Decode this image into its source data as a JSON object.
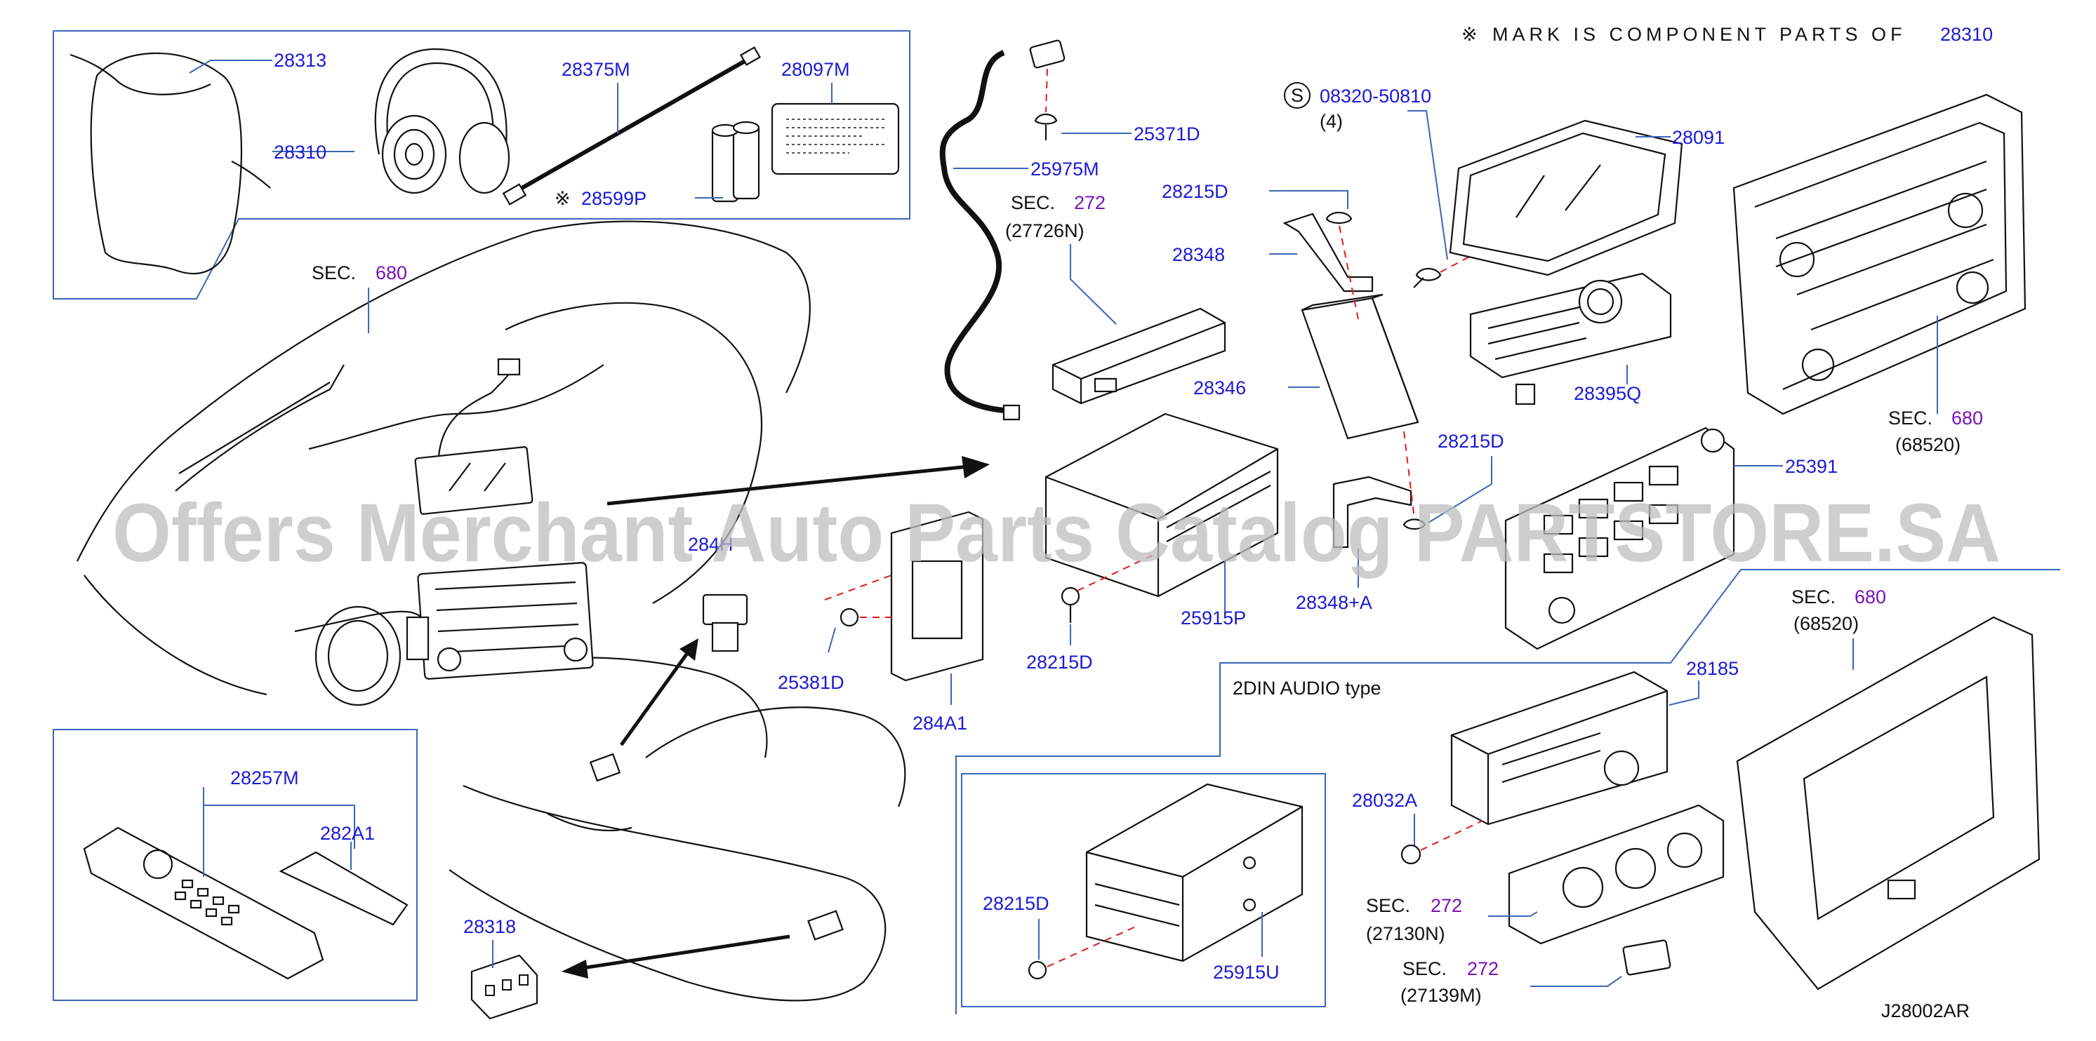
{
  "header_note": {
    "symbol": "※",
    "text": "MARK IS COMPONENT PARTS OF",
    "part": "28310"
  },
  "watermark": "Offers Merchant Auto Parts Catalog PARTSTORE.SA",
  "diagram_code": "J28002AR",
  "variant_label": "2DIN AUDIO type",
  "parts": {
    "p28313": "28313",
    "p28310": "28310",
    "p28375M": "28375M",
    "p28097M": "28097M",
    "p28599P": "28599P",
    "p25371D": "25371D",
    "p25975M": "25975M",
    "p08320": "08320-50810",
    "p08320_qty": "(4)",
    "p28091": "28091",
    "p28215D_a": "28215D",
    "p28348": "28348",
    "p28346": "28346",
    "p28395Q": "28395Q",
    "p28215D_b": "28215D",
    "p25391": "25391",
    "p28348A": "28348+A",
    "p25915P": "25915P",
    "p28215D_c": "28215D",
    "p25381D": "25381D",
    "p284A1": "284A1",
    "p284H": "284H",
    "p28185": "28185",
    "p28032A": "28032A",
    "p28215D_d": "28215D",
    "p25915U": "25915U",
    "p28257M": "28257M",
    "p282A1": "282A1",
    "p28318": "28318"
  },
  "sections": {
    "sec_word": "SEC.",
    "s680_a": "680",
    "s272_a": "272",
    "s272_a_ref": "(27726N)",
    "s680_b": "680",
    "s680_b_ref": "(68520)",
    "s680_c": "680",
    "s680_c_ref": "(68520)",
    "s272_b": "272",
    "s272_b_ref": "(27130N)",
    "s272_c": "272",
    "s272_c_ref": "(27139M)"
  },
  "screw_symbol": "S",
  "mark_symbol": "※"
}
